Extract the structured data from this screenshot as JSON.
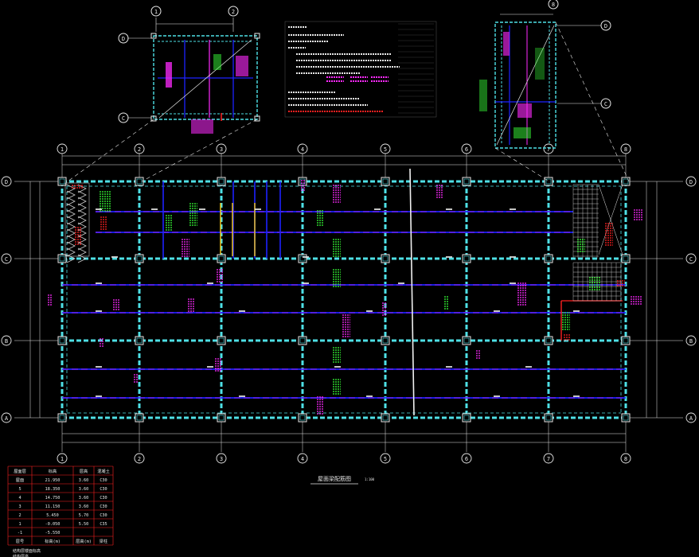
{
  "drawing": {
    "axis_columns": [
      "1",
      "2",
      "3",
      "4",
      "5",
      "6",
      "7",
      "8"
    ],
    "axis_rows": [
      "D",
      "C",
      "B",
      "A"
    ],
    "inset_left": {
      "cols": [
        "1",
        "2"
      ],
      "rows": [
        "D",
        "C"
      ]
    },
    "inset_right": {
      "cols": [
        "7",
        "8"
      ],
      "rows": [
        "D",
        "C"
      ]
    },
    "plan_title": "屋面梁配筋图",
    "plan_scale": "1:100"
  },
  "level_table": {
    "header": [
      "屋面层",
      "标高",
      "层高",
      "混凝土"
    ],
    "rows": [
      [
        "屋面",
        "21.950",
        "3.60",
        "C30"
      ],
      [
        "5",
        "18.350",
        "3.60",
        "C30"
      ],
      [
        "4",
        "14.750",
        "3.60",
        "C30"
      ],
      [
        "3",
        "11.150",
        "3.60",
        "C30"
      ],
      [
        "2",
        "5.450",
        "5.70",
        "C30"
      ],
      [
        "1",
        "-0.050",
        "5.50",
        "C35"
      ],
      [
        "-1",
        "-5.550",
        "",
        ""
      ],
      [
        "层号",
        "标高(m)",
        "层高(m)",
        "梁柱"
      ]
    ],
    "footnote_1": "结构层楼面标高",
    "footnote_2": "结构层高"
  },
  "colors": {
    "background": "#000000",
    "grid": "#4ee0e6",
    "beam": "#1d22ff",
    "rebar_red": "#ff2020",
    "label_magenta": "#ff2aff",
    "label_green": "#37ff37",
    "axis_white": "#e8e8e8",
    "hatch_yellow": "#ffd21e"
  }
}
